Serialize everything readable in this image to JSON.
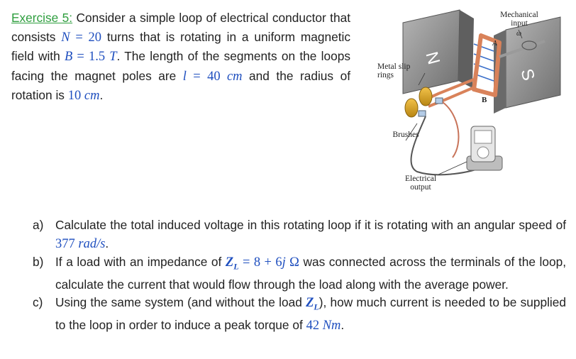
{
  "exercise": {
    "title": "Exercise 5:",
    "intro_1": " Consider a simple loop of electrical conductor that consists ",
    "N_sym": "N",
    "N_rest": " = 20",
    "intro_2": " turns that is rotating in a uniform magnetic field with ",
    "B_sym": "B",
    "B_rest": " = 1.5 ",
    "T_unit": "T",
    "intro_3": ". The length of the segments on the loops facing the magnet poles are ",
    "l_sym": "l",
    "l_rest": " = 40 ",
    "cm1": "cm",
    "intro_4": " and the radius of rotation is ",
    "r_val": "10 ",
    "cm2": "cm",
    "intro_end": "."
  },
  "figure": {
    "mechanical_input": "Mechanical input",
    "omega": "ω",
    "metal_slip_rings": "Metal slip rings",
    "brushes": "Brushes",
    "electrical_output": "Electrical output",
    "pole_n": "N",
    "pole_s": "S",
    "point_a": "A",
    "vector_b": "B",
    "colors": {
      "magnet": "#8c8c8c",
      "loop": "#d9825a",
      "field": "#3b6fc9",
      "rings": "#d7a21e"
    }
  },
  "questions": [
    {
      "tag": "a)",
      "t1": "Calculate the total induced voltage in this rotating loop if it is rotating with an angular speed of ",
      "v1": "377 ",
      "u1": "rad/s",
      "t2": "."
    },
    {
      "tag": "b)",
      "t1": "If a load with an impedance of ",
      "z": "Z",
      "zs": "L",
      "v1": " = 8 + 6",
      "j": "j",
      "ohm": " Ω",
      "t2": " was connected across the terminals of the loop, calculate the current that would flow through the load along with the average power."
    },
    {
      "tag": "c)",
      "t1": "Using the same system (and without the load ",
      "z": "Z",
      "zs": "L",
      "t2": "), how much current is needed to be supplied to the loop in order to induce a peak torque of ",
      "v1": "42 ",
      "u1": "Nm",
      "t3": "."
    }
  ]
}
